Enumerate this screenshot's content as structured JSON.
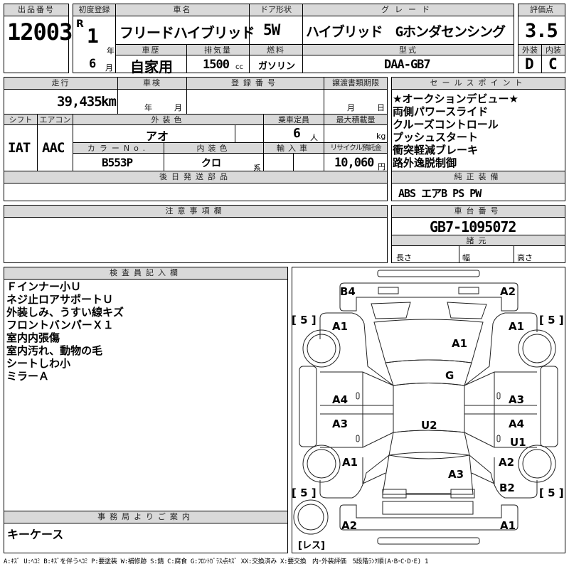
{
  "top": {
    "lot_label": "出品番号",
    "lot": "12003",
    "first_reg_label": "初度登録",
    "era": "R",
    "year": "1",
    "year_unit": "年",
    "month": "6",
    "month_unit": "月",
    "name_label": "車名",
    "name": "フリードハイブリッド",
    "door_label": "ドア形状",
    "door": "5W",
    "grade_label": "グレード",
    "grade": "ハイブリッド　Gホンダセンシング",
    "history_label": "車歴",
    "history": "自家用",
    "displacement_label": "排気量",
    "displacement": "1500",
    "displacement_unit": "cc",
    "fuel_label": "燃料",
    "fuel": "ガソリン",
    "model_label": "型式",
    "model": "DAA-GB7",
    "score_label": "評価点",
    "score": "3.5",
    "exterior_label": "外装",
    "exterior": "D",
    "interior_label": "内装",
    "interior": "C"
  },
  "mid": {
    "mileage_label": "走行",
    "mileage": "39,435",
    "mileage_unit": "km",
    "inspection_label": "車検",
    "insp_year": "年",
    "insp_month": "月",
    "reg_no_label": "登録番号",
    "transfer_label": "譲渡書類期限",
    "tr_month": "月",
    "tr_day": "日",
    "shift_label": "シフト",
    "shift": "IAT",
    "ac_label": "エアコン",
    "ac": "AAC",
    "ext_color_label": "外装色",
    "ext_color": "アオ",
    "capacity_label": "乗車定員",
    "capacity": "6",
    "capacity_unit": "人",
    "load_label": "最大積載量",
    "load_unit": "kg",
    "color_no_label": "カラーNo.",
    "color_no": "B553P",
    "int_color_label": "内装色",
    "int_color": "クロ",
    "int_color_suffix": "系",
    "import_label": "輸入車",
    "recycle_label": "リサイクル預託金",
    "recycle": "10,060",
    "recycle_unit": "円",
    "later_parts_label": "後日発送部品"
  },
  "sales": {
    "label": "セールスポイント",
    "items": [
      "★オークションデビュー★",
      "両側パワースライド",
      "クルーズコントロール",
      "プッシュスタート",
      "衝突軽減ブレーキ",
      "路外逸脱制御"
    ]
  },
  "equipment": {
    "label": "純正装備",
    "value": "ABS エアB PS PW"
  },
  "notes": {
    "label": "注意事項欄"
  },
  "chassis": {
    "label": "車台番号",
    "value": "GB7-1095072",
    "spec_label": "諸元",
    "length": "長さ",
    "width": "幅",
    "height": "高さ"
  },
  "inspector": {
    "label": "検査員記入欄",
    "items": [
      "Ｆインナー小Ｕ",
      "ネジ止ロアサポートＵ",
      "外装しみ、うすい線キズ",
      "フロントバンパーＸ１",
      "室内内張傷",
      "室内汚れ、動物の毛",
      "シートしわ小",
      "ミラーＡ"
    ]
  },
  "office": {
    "label": "事務局よりご案内",
    "value": "キーケース"
  },
  "diagram": {
    "marks": [
      "B4",
      "A2",
      "A1",
      "A1",
      "A1",
      "G",
      "A4",
      "A3",
      "A3",
      "U2",
      "A4",
      "U1",
      "A1",
      "A2",
      "A3",
      "B2",
      "A2",
      "A1"
    ],
    "tires": [
      "[ 5 ]",
      "[ 5 ]",
      "[ 5 ]",
      "[ 5 ]"
    ],
    "spare": "[レス]"
  },
  "legend": "A:ｷｽﾞ U:ﾍｺﾐ B:ｷｽﾞを伴うﾍｺﾐ P:要塗装 W:補修跡 S:錆 C:腐食 G:ﾌﾛﾝﾄｶﾞﾗｽ点ｷｽﾞ XX:交換済み X:要交換　内･外装評価　5段階ﾗﾝｸ順(A･B･C･D･E) 1"
}
